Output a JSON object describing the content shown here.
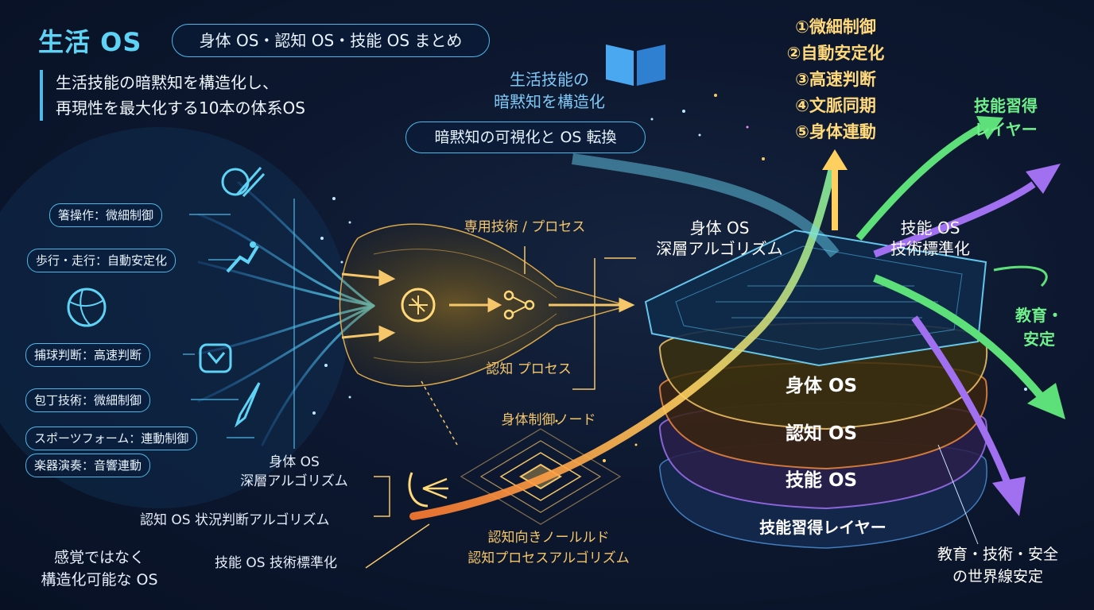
{
  "header": {
    "title": "生活 OS",
    "subtitle": "身体 OS・認知 OS・技能 OS まとめ",
    "tagline": [
      "生活技能の暗黙知を構造化し、",
      "再現性を最大化する10本の体系OS"
    ]
  },
  "top_center": {
    "structuring": [
      "生活技能の",
      "暗黙知を構造化"
    ],
    "conversion_pill": "暗黙知の可視化と OS 転換"
  },
  "numbered_list": [
    "①微細制御",
    "②自動安定化",
    "③高速判断",
    "④文脈同期",
    "⑤身体連動"
  ],
  "left_items": [
    "箸操作：微細制御",
    "歩行・走行：自動安定化",
    "捕球判断：高速判断",
    "包丁技術：微細制御",
    "スポーツフォーム：連動制御",
    "楽器演奏：音響連動"
  ],
  "left_bottom": {
    "body_os": [
      "身体 OS",
      "深層アルゴリズム"
    ],
    "cognitive_os": "認知 OS 状況判断アルゴリズム",
    "skill_os": "技能 OS 技術標準化",
    "footer": [
      "感覚ではなく",
      "構造化可能な OS"
    ]
  },
  "center": {
    "dedicated": "専用技術 / プロセス",
    "cognitive_process": "認知 プロセス",
    "body_control_node": "身体制御ノード",
    "manifold": [
      "認知向きノールルド",
      "認知プロセスアルゴリズム"
    ]
  },
  "stack": {
    "top_left": [
      "身体 OS",
      "深層アルゴリズム"
    ],
    "top_right": [
      "技能 OS",
      "技術標準化"
    ],
    "layers": [
      "身体 OS",
      "認知 OS",
      "技能 OS",
      "技能習得レイヤー"
    ]
  },
  "right": {
    "skill_layer": [
      "技能習得",
      "レイヤー"
    ],
    "education": [
      "教育・",
      "安定"
    ],
    "world_line": [
      "教育・技術・安全",
      "の世界線安定"
    ]
  },
  "colors": {
    "cyan": "#4fd8ff",
    "gold": "#f5c76a",
    "orange": "#f08a3a",
    "green": "#5de07a",
    "purple": "#a070f0",
    "background": "#0d1830"
  },
  "icons": [
    "book-icon",
    "chopsticks-icon",
    "runner-icon",
    "ball-icon",
    "catch-icon",
    "knife-icon",
    "brain-circuit-icon",
    "network-node-icon",
    "hand-icon"
  ]
}
